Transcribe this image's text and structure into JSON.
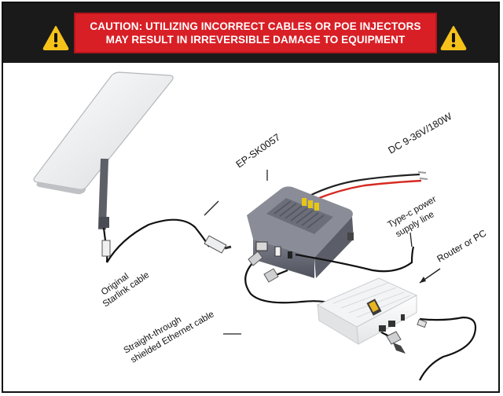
{
  "banner": {
    "line1": "CAUTION: UTILIZING INCORRECT CABLES OR POE INJECTORS",
    "line2": "MAY RESULT IN IRREVERSIBLE DAMAGE TO EQUIPMENT",
    "icon_left": "warning-triangle-icon",
    "icon_right": "warning-triangle-icon"
  },
  "labels": {
    "device_model": "EP-SK0057",
    "dc_input": "DC 9-36V/180W",
    "typec_line1": "Type-c power",
    "typec_line2": "supply line",
    "router": "Router or PC",
    "starlink_line1": "Original",
    "starlink_line2": "Starlink cable",
    "ethernet_line1": "Straight-through",
    "ethernet_line2": "shielded Ethernet cable"
  },
  "colors": {
    "banner_bg": "#1a1a1a",
    "warning_red": "#d91f26",
    "warning_yellow": "#f6c21a",
    "device_gray": "#6c6f7a",
    "dc_red_wire": "#d62a22"
  }
}
